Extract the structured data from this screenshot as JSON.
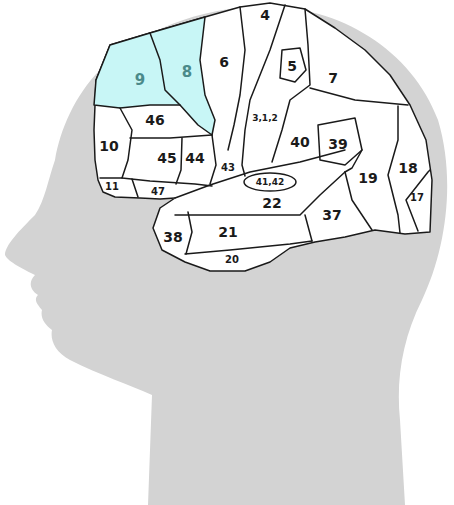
{
  "diagram": {
    "labels": [
      "9",
      "8",
      "6",
      "4",
      "5",
      "7",
      "3,1,2",
      "40",
      "39",
      "46",
      "10",
      "45",
      "44",
      "43",
      "41,42",
      "22",
      "19",
      "18",
      "17",
      "11",
      "47",
      "38",
      "21",
      "37",
      "20"
    ]
  }
}
